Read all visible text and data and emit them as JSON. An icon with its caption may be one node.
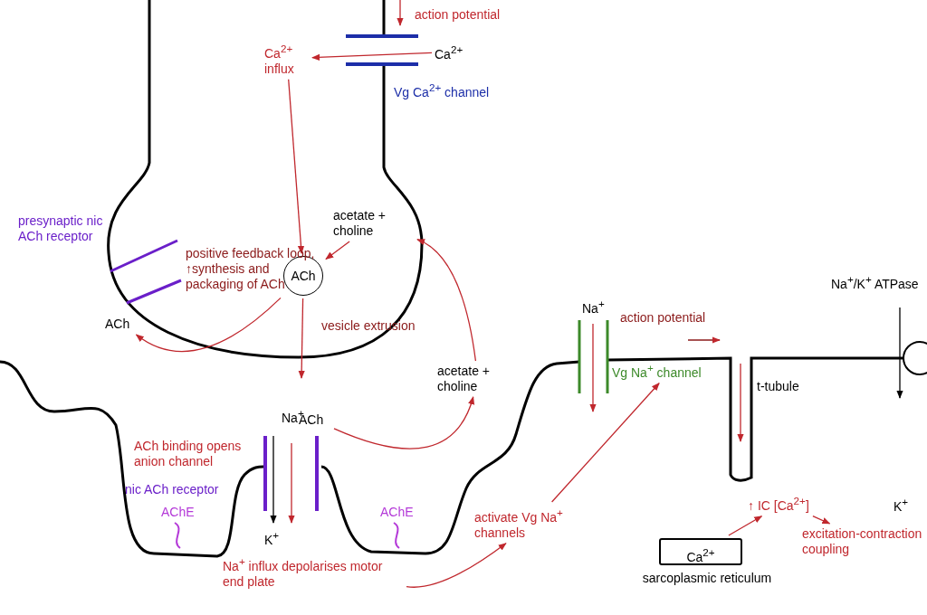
{
  "diagram": {
    "nodes": [
      {
        "text": [
          "Ca$^{2+}$"
        ]
      },
      {
        "text": [
          "Ca$^{2+}$ influx"
        ]
      },
      {
        "text": [
          "acetate + choline"
        ]
      },
      {
        "text": [
          "ACh"
        ]
      },
      {
        "text": [
          "ACh"
        ]
      },
      {
        "text": [
          "acetate + choline"
        ]
      },
      {
        "text": [
          "ACh"
        ]
      },
      {
        "text": [
          "Na$^{+}$ influx depolarises motor end plate"
        ]
      },
      {
        "text": [
          "activate Vg Na$^{+}$ channels"
        ]
      },
      {
        "text": [
          "Vg Na$^{+}$ channel"
        ]
      },
      {
        "text": [
          "Ca$^{2+}$"
        ],
        "beside": [
          "sarcoplasmic reticulum"
        ]
      },
      {
        "text": [
          "↑ IC [Ca$^{2+}$]"
        ]
      },
      {
        "text": [
          "excitation-contraction coupling"
        ]
      }
    ],
    "edges": [
      {
        "from": 0,
        "to": 1,
        "arrow": "to"
      },
      {
        "from": 1,
        "to": 3,
        "arrow": "to"
      },
      {
        "from": 2,
        "to": 3,
        "arrow": "to"
      },
      {
        "from": 5,
        "to": 2,
        "arrow": "to"
      },
      {
        "from": 3,
        "to": 4,
        "arrow": "to"
      },
      {
        "from": 3,
        "to": null,
        "arrow": "to"
      },
      {
        "from": 6,
        "to": 5,
        "arrow": "to"
      },
      {
        "from": 7,
        "to": 8,
        "arrow": "to"
      },
      {
        "from": 8,
        "to": 9,
        "arrow": "to"
      },
      {
        "from": 10,
        "to": 11,
        "arrow": "to"
      },
      {
        "from": 11,
        "to": 12,
        "arrow": "to"
      }
    ],
    "labels": [
      "action potential",
      "Vg Ca$^{2+}$ channel",
      "presynaptic nic ACh receptor",
      "positive feedback loop, ↑synthesis and packaging of ACh",
      "vesicle extrusion",
      "Na$^{+}$",
      "ACh binding opens anion channel",
      "nic ACh receptor",
      "AChE",
      "AChE",
      "K$^{+}$",
      "Na$^{+}$",
      "action potential",
      "t-tubule",
      "Na$^{+}$/K$^{+}$ ATPase",
      "K$^{+}$"
    ]
  }
}
